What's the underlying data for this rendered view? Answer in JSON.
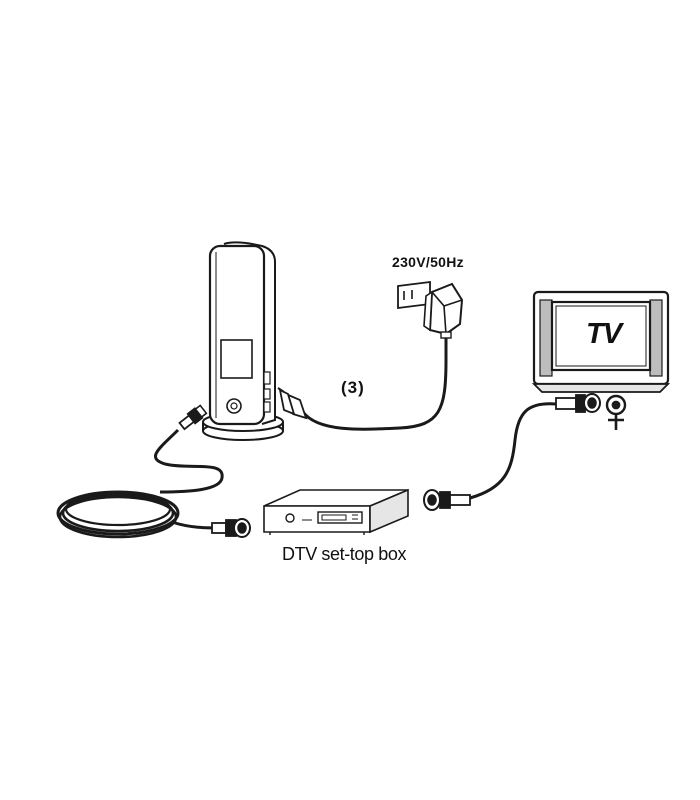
{
  "labels": {
    "power_supply": "230V/50Hz",
    "step": "(3)",
    "set_top_box": "DTV set-top box",
    "tv_screen": "TV"
  },
  "colors": {
    "line": "#1a1a1a",
    "fill": "#ffffff",
    "shade": "#e6e6e6",
    "screen_border": "#bdbdbd"
  },
  "icons": [
    "antenna-icon",
    "power-adapter-icon",
    "wall-socket-icon",
    "set-top-box-icon",
    "tv-icon",
    "coax-plug-icon",
    "antenna-symbol-icon"
  ]
}
